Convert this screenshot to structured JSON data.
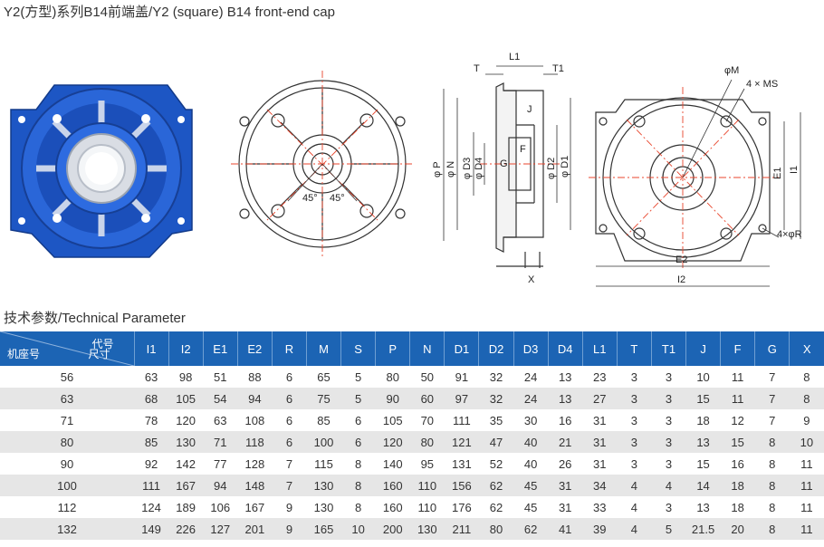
{
  "page": {
    "title": "Y2(方型)系列B14前端盖/Y2 (square) B14 front-end cap",
    "subtitle": "技术参数/Technical Parameter"
  },
  "drawing_labels": {
    "angle_left": "45°",
    "angle_right": "45°",
    "T": "T",
    "L1": "L1",
    "T1": "T1",
    "J": "J",
    "F": "F",
    "G": "G",
    "P": "φ P",
    "N": "φ N",
    "D3": "φ D3",
    "D4": "φ D4",
    "D2": "φ D2",
    "D1": "φ D1",
    "X": "X",
    "M": "φM",
    "MS": "4 × MS",
    "E1": "E1",
    "I1": "I1",
    "R": "4×φR",
    "E2": "E2",
    "I2": "I2"
  },
  "colors": {
    "header": "#1c64b4",
    "stripe": "#e6e6e6",
    "centerline": "#e8452c"
  },
  "table": {
    "corner_top": "代号",
    "corner_left": "机座号",
    "corner_right": "尺寸",
    "headers": [
      "I1",
      "I2",
      "E1",
      "E2",
      "R",
      "M",
      "S",
      "P",
      "N",
      "D1",
      "D2",
      "D3",
      "D4",
      "L1",
      "T",
      "T1",
      "J",
      "F",
      "G",
      "X"
    ],
    "rows": [
      [
        "56",
        "63",
        "98",
        "51",
        "88",
        "6",
        "65",
        "5",
        "80",
        "50",
        "91",
        "32",
        "24",
        "13",
        "23",
        "3",
        "3",
        "10",
        "11",
        "7",
        "8"
      ],
      [
        "63",
        "68",
        "105",
        "54",
        "94",
        "6",
        "75",
        "5",
        "90",
        "60",
        "97",
        "32",
        "24",
        "13",
        "27",
        "3",
        "3",
        "15",
        "11",
        "7",
        "8"
      ],
      [
        "71",
        "78",
        "120",
        "63",
        "108",
        "6",
        "85",
        "6",
        "105",
        "70",
        "111",
        "35",
        "30",
        "16",
        "31",
        "3",
        "3",
        "18",
        "12",
        "7",
        "9"
      ],
      [
        "80",
        "85",
        "130",
        "71",
        "118",
        "6",
        "100",
        "6",
        "120",
        "80",
        "121",
        "47",
        "40",
        "21",
        "31",
        "3",
        "3",
        "13",
        "15",
        "8",
        "10"
      ],
      [
        "90",
        "92",
        "142",
        "77",
        "128",
        "7",
        "115",
        "8",
        "140",
        "95",
        "131",
        "52",
        "40",
        "26",
        "31",
        "3",
        "3",
        "15",
        "16",
        "8",
        "11"
      ],
      [
        "100",
        "111",
        "167",
        "94",
        "148",
        "7",
        "130",
        "8",
        "160",
        "110",
        "156",
        "62",
        "45",
        "31",
        "34",
        "4",
        "4",
        "14",
        "18",
        "8",
        "11"
      ],
      [
        "112",
        "124",
        "189",
        "106",
        "167",
        "9",
        "130",
        "8",
        "160",
        "110",
        "176",
        "62",
        "45",
        "31",
        "33",
        "4",
        "3",
        "13",
        "18",
        "8",
        "11"
      ],
      [
        "132",
        "149",
        "226",
        "127",
        "201",
        "9",
        "165",
        "10",
        "200",
        "130",
        "211",
        "80",
        "62",
        "41",
        "39",
        "4",
        "5",
        "21.5",
        "20",
        "8",
        "11"
      ]
    ]
  }
}
